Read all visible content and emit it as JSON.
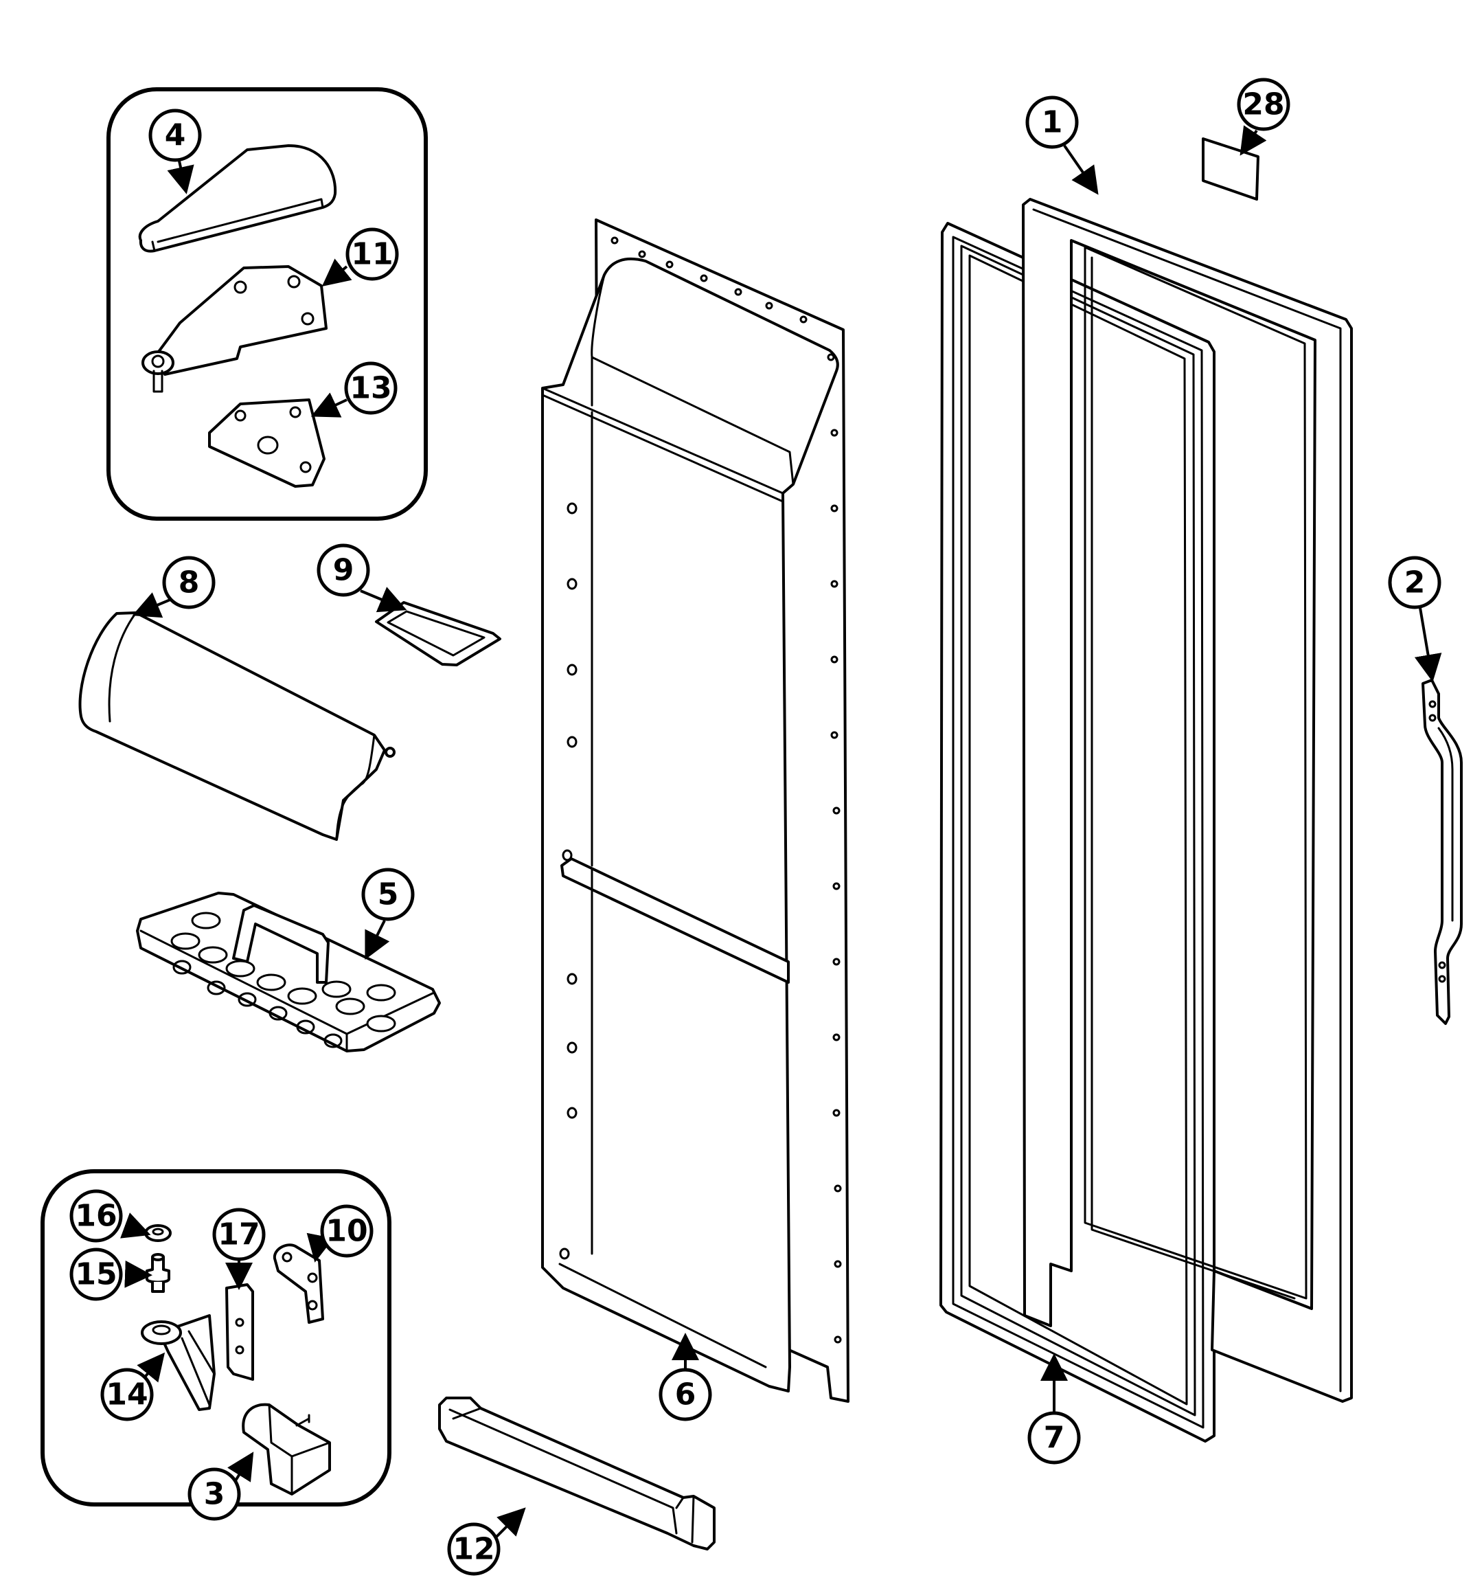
{
  "callouts": [
    {
      "id": "c1",
      "label": "1"
    },
    {
      "id": "c28",
      "label": "28"
    },
    {
      "id": "c4",
      "label": "4"
    },
    {
      "id": "c11",
      "label": "11"
    },
    {
      "id": "c13",
      "label": "13"
    },
    {
      "id": "c8",
      "label": "8"
    },
    {
      "id": "c9",
      "label": "9"
    },
    {
      "id": "c2",
      "label": "2"
    },
    {
      "id": "c5",
      "label": "5"
    },
    {
      "id": "c16",
      "label": "16"
    },
    {
      "id": "c17",
      "label": "17"
    },
    {
      "id": "c10",
      "label": "10"
    },
    {
      "id": "c15",
      "label": "15"
    },
    {
      "id": "c14",
      "label": "14"
    },
    {
      "id": "c3",
      "label": "3"
    },
    {
      "id": "c6",
      "label": "6"
    },
    {
      "id": "c7",
      "label": "7"
    },
    {
      "id": "c12",
      "label": "12"
    }
  ],
  "colors": {
    "line": "#000000",
    "background": "#ffffff"
  }
}
